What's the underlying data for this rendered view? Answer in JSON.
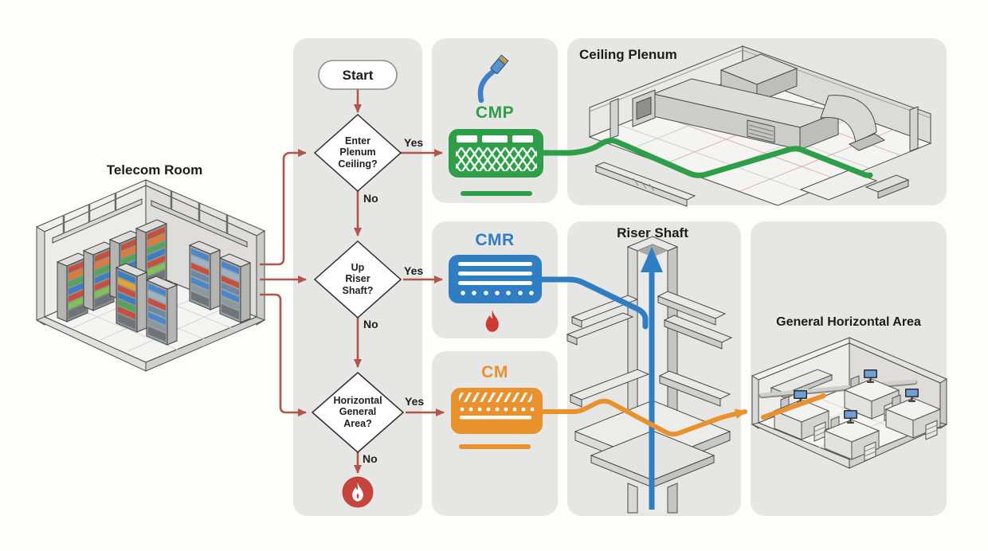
{
  "telecom_room": {
    "label": "Telecom Room"
  },
  "flowchart": {
    "start_label": "Start",
    "yes_label": "Yes",
    "no_label": "No",
    "decisions": [
      {
        "id": "enter-plenum-ceiling",
        "label": "Enter\nPlenum\nCeiling?"
      },
      {
        "id": "up-riser-shaft",
        "label": "Up\nRiser\nShaft?"
      },
      {
        "id": "horizontal-general-area",
        "label": "Horizontal\nGeneral\nArea?"
      }
    ]
  },
  "cable_types": {
    "cmp": {
      "label": "CMP",
      "color": "#2f9e48"
    },
    "cmr": {
      "label": "CMR",
      "color": "#2f7dc2"
    },
    "cm": {
      "label": "CM",
      "color": "#e8912d"
    }
  },
  "areas": {
    "ceiling_plenum": {
      "label": "Ceiling Plenum",
      "route_color": "#2f9e48"
    },
    "riser_shaft": {
      "label": "Riser Shaft",
      "route_color": "#2f7dc2"
    },
    "general_horizontal_area": {
      "label": "General Horizontal Area",
      "route_color": "#e8912d"
    }
  },
  "icons": {
    "ethernet_cable": "ethernet-cable-icon",
    "flame": "flame-icon",
    "flame_badge": "flame-badge-icon"
  },
  "colors": {
    "connector_red": "#b1544b",
    "flame_red": "#cc3a30",
    "panel_background": "#e6e6e4",
    "page_background": "#fdfdfa"
  }
}
